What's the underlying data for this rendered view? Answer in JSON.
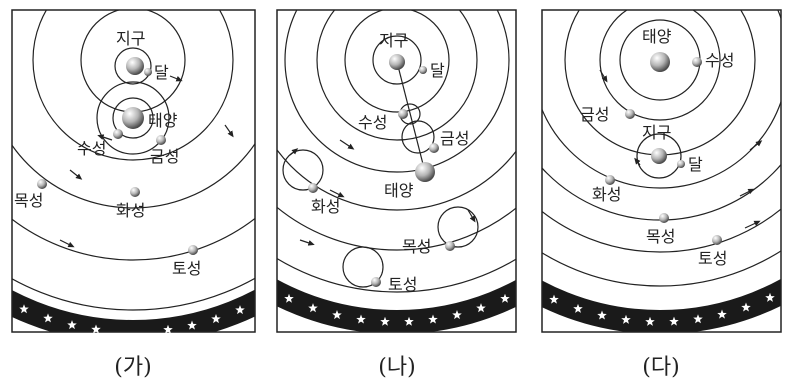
{
  "colors": {
    "ink": "#222222",
    "band": "#1a1a1a",
    "star": "#ffffff",
    "planet_dark": "#555555",
    "planet_light": "#dcdcdc"
  },
  "panels": [
    {
      "caption": "(가)",
      "labels": {
        "earth": "지구",
        "moon": "달",
        "sun": "태양",
        "mercury": "수성",
        "venus": "금성",
        "mars": "화성",
        "jupiter": "목성",
        "saturn": "토성"
      }
    },
    {
      "caption": "(나)",
      "labels": {
        "earth": "지구",
        "moon": "달",
        "sun": "태양",
        "mercury": "수성",
        "venus": "금성",
        "mars": "화성",
        "jupiter": "목성",
        "saturn": "토성"
      }
    },
    {
      "caption": "(다)",
      "labels": {
        "earth": "지구",
        "moon": "달",
        "sun": "태양",
        "mercury": "수성",
        "venus": "금성",
        "mars": "화성",
        "jupiter": "목성",
        "saturn": "토성"
      }
    }
  ]
}
